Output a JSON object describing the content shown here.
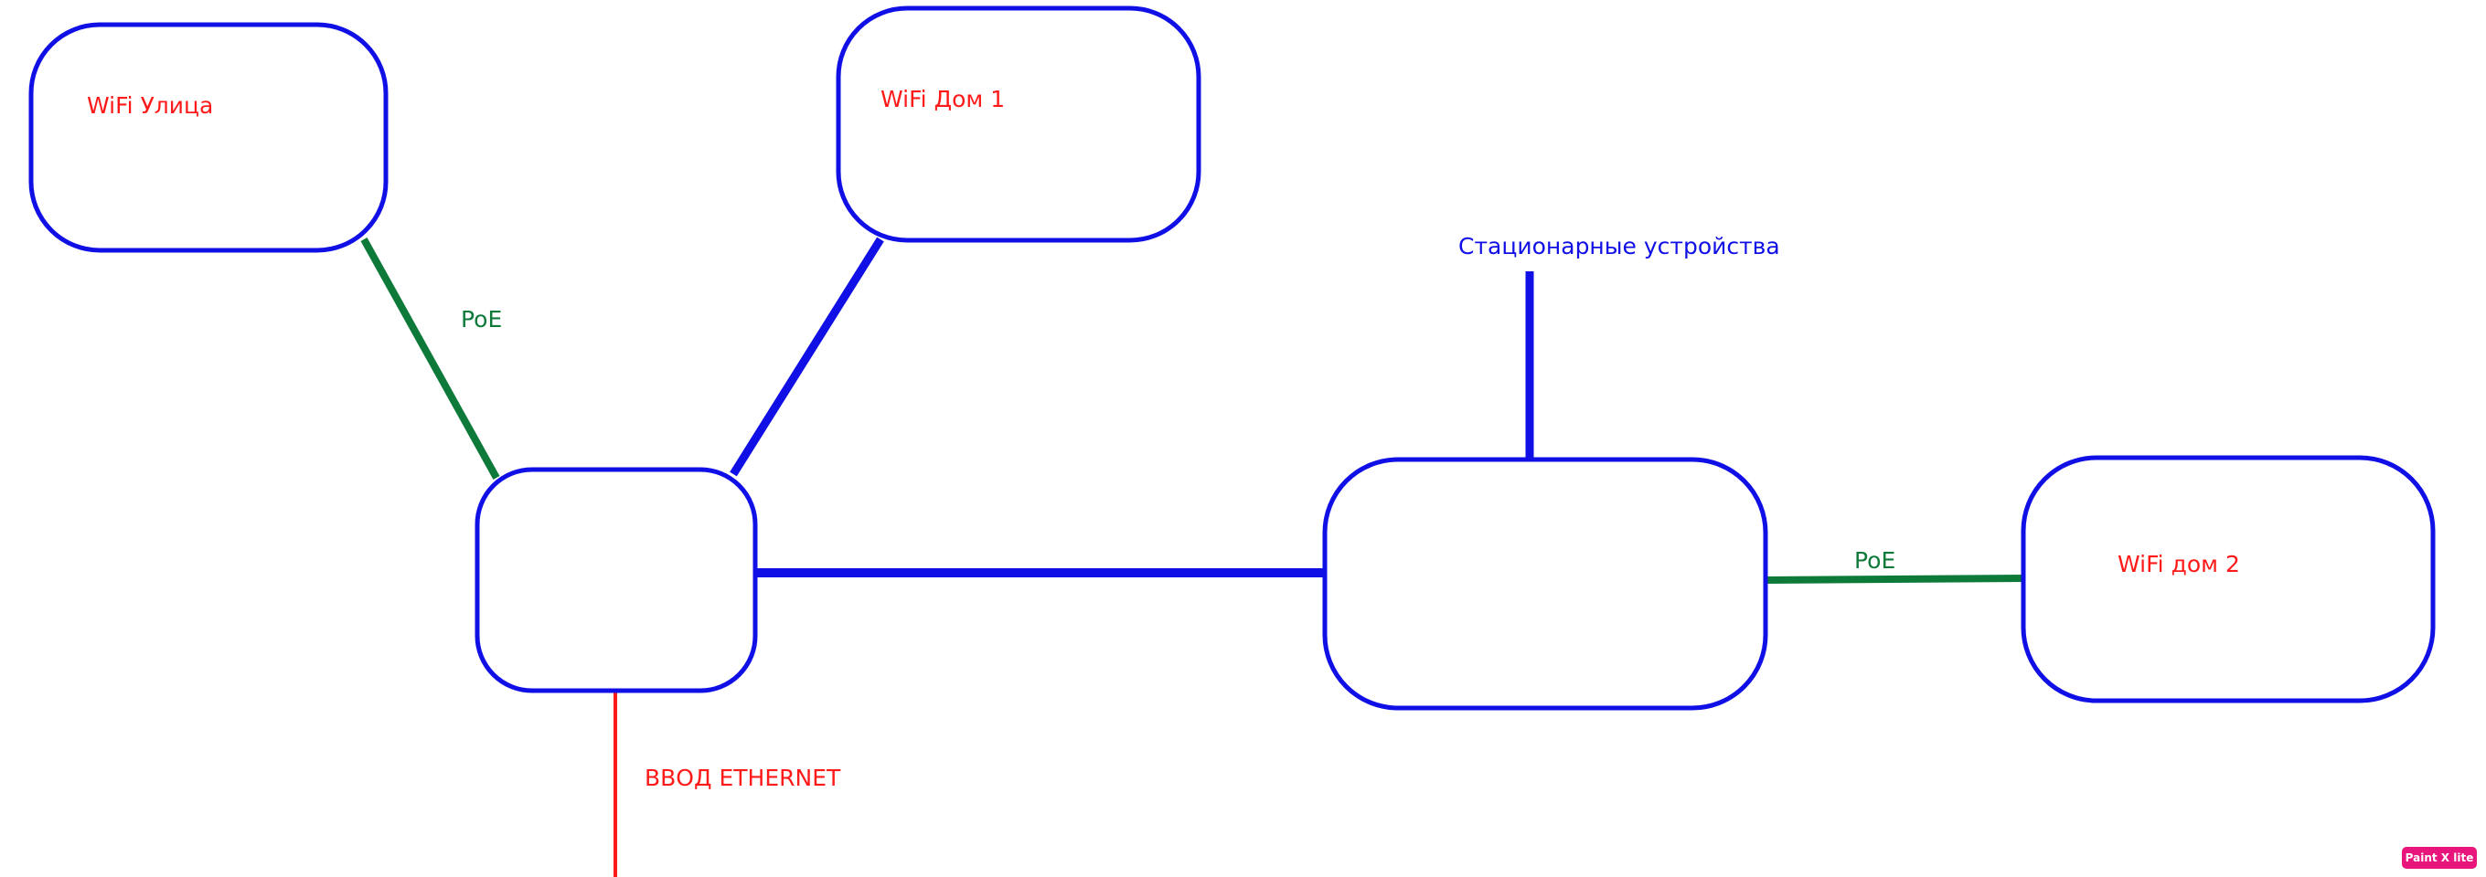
{
  "labels": {
    "wifi_street": "WiFi Улица",
    "wifi_home1": "WiFi Дом 1",
    "wifi_home2": "WiFi дом 2",
    "poe_left": "PoE",
    "poe_right": "PoE",
    "stationary": "Стационарные устройства",
    "ethernet_in": "ВВОД ETHERNET"
  },
  "watermark": "Paint X lite",
  "colors": {
    "box_stroke": "#1010e6",
    "blue_link": "#1010e6",
    "poe_link": "#0e7a3a",
    "ethernet_link": "#ff1a1a",
    "label_red": "#ff1a1a",
    "label_green": "#0e7a3a",
    "label_blue": "#1010e6"
  }
}
